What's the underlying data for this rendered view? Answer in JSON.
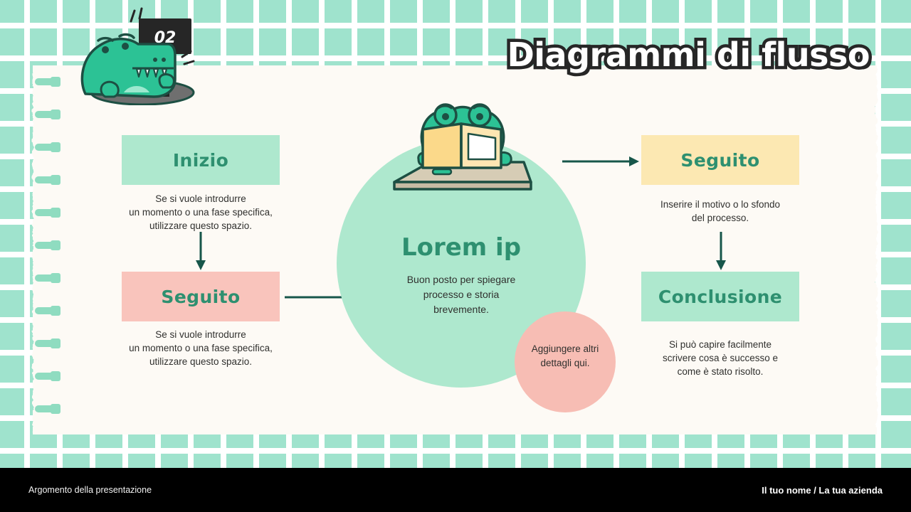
{
  "slide": {
    "title": "Diagrammi di flusso",
    "section_number": "02"
  },
  "palette": {
    "grid_background": "#9fe3cd",
    "paper": "#fdfaf5",
    "mint": "#aee8ce",
    "pink": "#f9c4bc",
    "pink_circle": "#f7bdb4",
    "yellow": "#fce8b2",
    "heading_green": "#2e9070",
    "arrow_teal": "#17564a",
    "body_text": "#30302e",
    "footer_background": "#000000",
    "mascot_body": "#2cc295",
    "mascot_outline": "#1d4f43"
  },
  "flow": {
    "left": [
      {
        "id": "inizio",
        "label": "Inizio",
        "caption": "Se si vuole introdurre\nun momento o una fase specifica,\nutilizzare questo spazio."
      },
      {
        "id": "seguito-left",
        "label": "Seguito",
        "caption": "Se si vuole introdurre\nun momento o una fase specifica,\nutilizzare questo spazio."
      }
    ],
    "right": [
      {
        "id": "seguito-right",
        "label": "Seguito",
        "caption": "Inserire il motivo o lo sfondo\ndel processo."
      },
      {
        "id": "conclusione",
        "label": "Conclusione",
        "caption": "Si può capire facilmente\nscrivere cosa è successo e\ncome è stato risolto."
      }
    ]
  },
  "center": {
    "title": "Lorem ip",
    "caption": "Buon posto per spiegare\nprocesso e storia\nbrevemente.",
    "illustration": "frog-reading-book-icon"
  },
  "detail_circle": {
    "text": "Aggiungere altri\ndettagli qui."
  },
  "arrows": [
    {
      "id": "inizio-to-seguito-left",
      "direction": "down"
    },
    {
      "id": "seguito-left-to-center",
      "direction": "right"
    },
    {
      "id": "center-to-seguito-right",
      "direction": "right"
    },
    {
      "id": "seguito-right-to-conclusione",
      "direction": "down"
    }
  ],
  "footer": {
    "left": "Argomento della presentazione",
    "right": "Il tuo nome / La tua azienda"
  }
}
